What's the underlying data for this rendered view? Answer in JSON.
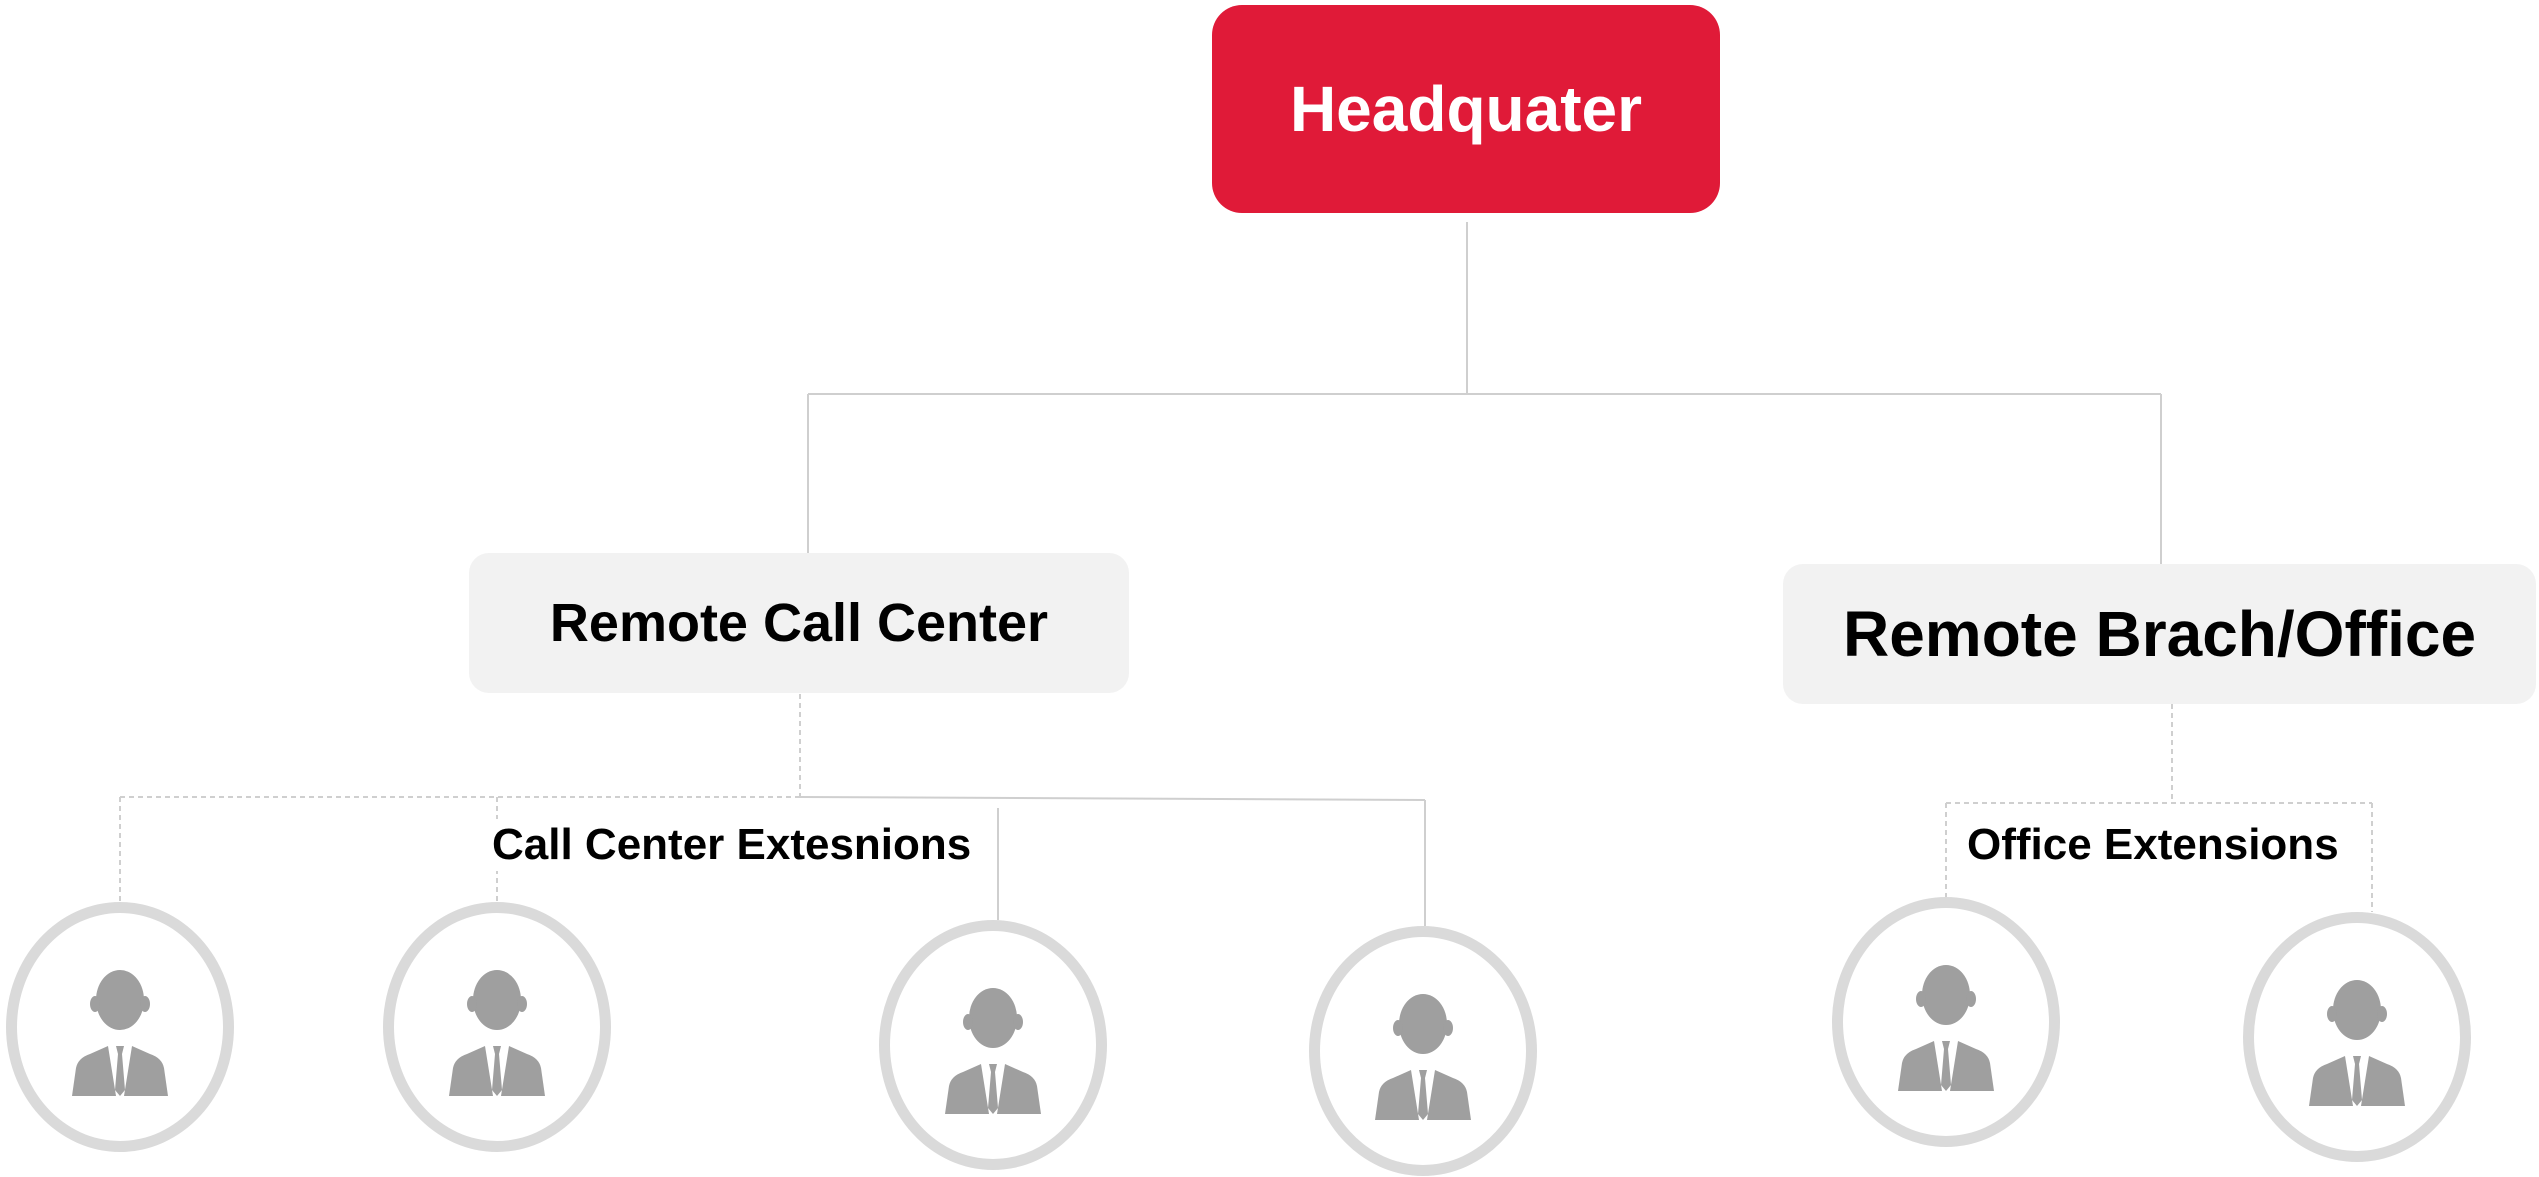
{
  "colors": {
    "headquarter_fill": "#e01a38",
    "branch_fill": "#f2f2f2",
    "connector": "#cfcfcf",
    "avatar_ring": "#dadada",
    "person_icon": "#9f9f9f"
  },
  "headquarter": {
    "label": "Headquater"
  },
  "branches": [
    {
      "label": "Remote Call Center",
      "extensions_label": "Call Center Extesnions",
      "extensions": [
        {
          "icon": "person-icon"
        },
        {
          "icon": "person-icon"
        },
        {
          "icon": "person-icon"
        },
        {
          "icon": "person-icon"
        }
      ]
    },
    {
      "label": "Remote Brach/Office",
      "extensions_label": "Office Extensions",
      "extensions": [
        {
          "icon": "person-icon"
        },
        {
          "icon": "person-icon"
        }
      ]
    }
  ]
}
